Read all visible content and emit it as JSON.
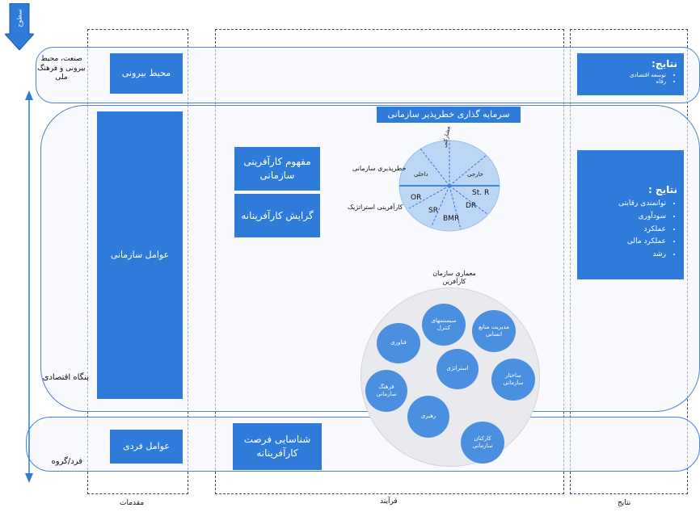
{
  "corner_badge": "سطوح",
  "left_axis": {
    "top": "صنعت، محیط بیرونی و فرهنگ ملی",
    "middle": "بنگاه اقتصادی",
    "bottom": "فرد/گروه"
  },
  "columns": {
    "antecedents": "مقدمات",
    "process": "فرآیند",
    "outcomes": "نتایج"
  },
  "antecedent_boxes": {
    "external": "محیط بیرونی",
    "organizational": "عوامل سازمانی",
    "individual": "عوامل فردی"
  },
  "process": {
    "risk_title": "سرمایه گذاری خطرپذیر سازمانی",
    "concept": "مفهوم کارآفرینی سازمانی",
    "orientation": "گرایش کارآفرینانه",
    "opportunity": "شناسایی فرصت کارآفرینانه"
  },
  "wheel": {
    "label_risk": "خطرپذیری سازمانی",
    "label_strategic": "کارآفرینی استراتژیک",
    "top_left": "داخلی",
    "top_mid": "مشارکتی",
    "top_right": "خارجی",
    "bottom": [
      "OR",
      "SR",
      "BMR",
      "DR",
      "St. R"
    ]
  },
  "architecture": {
    "title": "معماری سازمان کارآفرین",
    "bubbles": [
      "فناوری",
      "سیستمهای کنترل",
      "مدیریت منابع انسانی",
      "استراتژی",
      "ساختار سازمانی",
      "فرهنگ سازمانی",
      "رهبری",
      "کارکنان سازمانی"
    ]
  },
  "results_top": {
    "title": "نتایج:",
    "items": [
      "توسعه اقتصادی",
      "رفاه"
    ]
  },
  "results_mid": {
    "title": "نتایج :",
    "items": [
      "توانمندی رقابتی",
      "سودآوری",
      "عملکرد",
      "عملکرد مالی",
      "رشد"
    ]
  },
  "colors": {
    "box": "#2f7bd9",
    "band": "#4a82d8",
    "dash": "#3a3f6b"
  }
}
